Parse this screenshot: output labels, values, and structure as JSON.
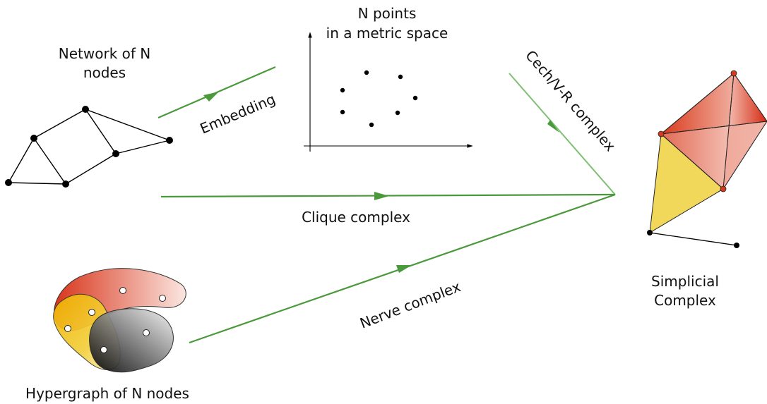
{
  "labels": {
    "network_line1": "Network of N",
    "network_line2": "nodes",
    "points_line1": "N points",
    "points_line2": "in a metric space",
    "embedding": "Embedding",
    "cech": "Cech/V-R complex",
    "clique": "Clique complex",
    "nerve": "Nerve complex",
    "hypergraph": "Hypergraph of N nodes",
    "simplicial_line1": "Simplicial",
    "simplicial_line2": "Complex"
  },
  "colors": {
    "arrow_green": "#4a9a3c",
    "arrow_light_green": "#7fbf74",
    "red_face": "#d63a1e",
    "yellow_face": "#f2d85a",
    "node": "#000000"
  }
}
